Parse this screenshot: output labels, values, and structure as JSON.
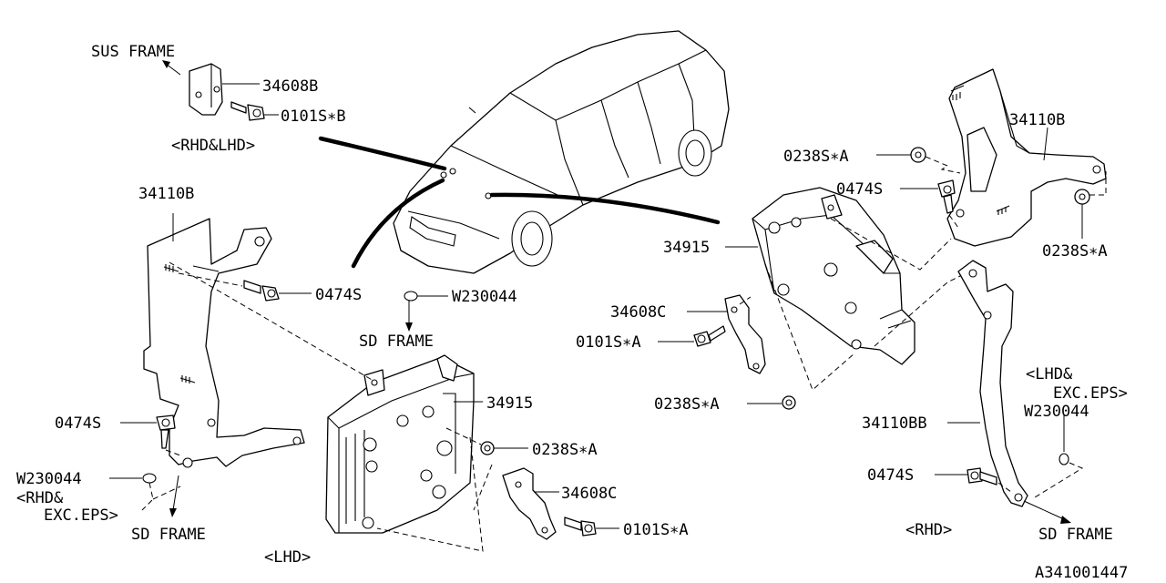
{
  "diagram_id": "A341001447",
  "labels": {
    "sus_frame": "SUS FRAME",
    "p34608B": "34608B",
    "p0101S_B": "0101S∗B",
    "rhd_lhd": "<RHD&LHD>",
    "p34110B_left": "34110B",
    "p0474S_left_upper": "0474S",
    "pW230044_center": "W230044",
    "sd_frame_center": "SD FRAME",
    "p34915_left": "34915",
    "p0238S_A_left": "0238S∗A",
    "p34608C_left": "34608C",
    "p0101S_A_left": "0101S∗A",
    "lhd": "<LHD>",
    "p0474S_left_lower": "0474S",
    "pW230044_left": "W230044",
    "rhd_exc_eps_1": "<RHD&",
    "rhd_exc_eps_2": "EXC.EPS>",
    "sd_frame_left": "SD FRAME",
    "p0238S_A_right_top": "0238S∗A",
    "p0474S_right_top": "0474S",
    "p34110B_right": "34110B",
    "p0238S_A_right_side": "0238S∗A",
    "p34915_right": "34915",
    "p34608C_right": "34608C",
    "p0101S_A_right": "0101S∗A",
    "p0238S_A_right_lower": "0238S∗A",
    "lhd_exc_eps_1": "<LHD&",
    "lhd_exc_eps_2": "EXC.EPS>",
    "p34110BB": "34110BB",
    "pW230044_right": "W230044",
    "p0474S_right_lower": "0474S",
    "rhd": "<RHD>",
    "sd_frame_right": "SD FRAME"
  }
}
